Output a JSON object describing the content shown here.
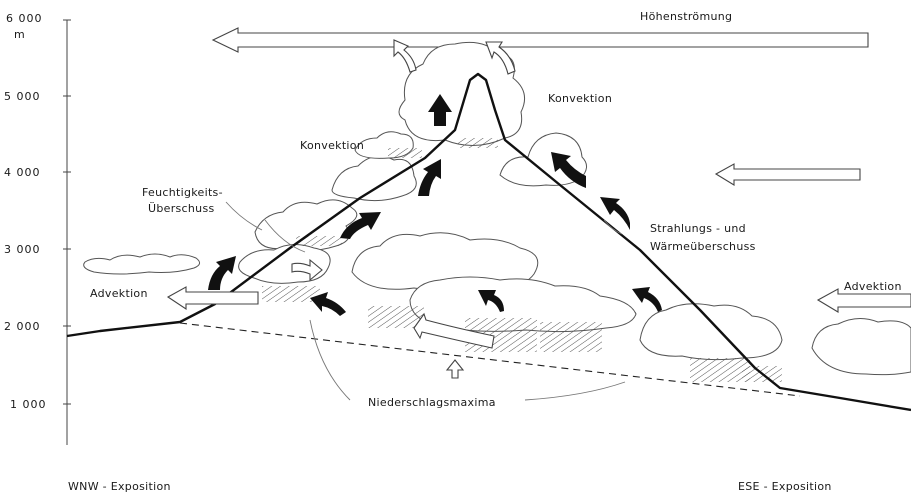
{
  "y_axis": {
    "ticks": [
      "6 000",
      "5 000",
      "4 000",
      "3 000",
      "2 000",
      "1 000"
    ],
    "unit": "m"
  },
  "labels": {
    "hoehenstroemung": "Höhenströmung",
    "konvektion_left": "Konvektion",
    "konvektion_right": "Konvektion",
    "feuchtigkeit_line1": "Feuchtigkeits-",
    "feuchtigkeit_line2": "Überschuss",
    "strahlung_line1": "Strahlungs - und",
    "strahlung_line2": "Wärmeüberschuss",
    "advektion_left": "Advektion",
    "advektion_right": "Advektion",
    "niederschlag": "Niederschlagsmaxima",
    "wnw": "WNW - Exposition",
    "ese": "ESE - Exposition"
  },
  "colors": {
    "ink": "#1a1a1a",
    "paper": "#ffffff",
    "cloud_outline": "#555555"
  }
}
